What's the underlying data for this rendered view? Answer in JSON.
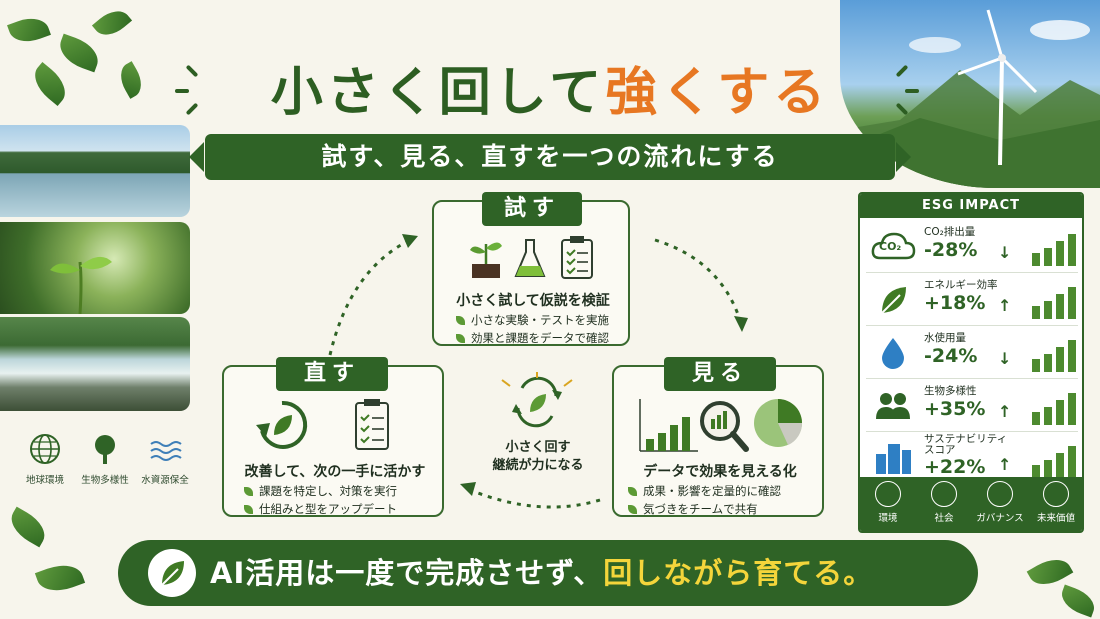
{
  "title": {
    "part_green": "小さく回して",
    "part_orange": "強くする"
  },
  "subtitle": "試す、見る、直すを一つの流れにする",
  "left_tiles": [
    {
      "icon": "globe-icon",
      "label": "地球環境"
    },
    {
      "icon": "tree-icon",
      "label": "生物多様性"
    },
    {
      "icon": "water-waves-icon",
      "label": "水資源保全"
    }
  ],
  "try": {
    "label": "試す",
    "main": "小さく試して仮説を検証",
    "bullets": [
      "小さな実験・テストを実施",
      "効果と課題をデータで確認"
    ]
  },
  "see": {
    "label": "見る",
    "main": "データで効果を見える化",
    "bullets": [
      "成果・影響を定量的に確認",
      "気づきをチームで共有"
    ]
  },
  "fix": {
    "label": "直す",
    "main": "改善して、次の一手に活かす",
    "bullets": [
      "課題を特定し、対策を実行",
      "仕組みと型をアップデート"
    ]
  },
  "center": {
    "line1": "小さく回す",
    "line2": "継続が力になる"
  },
  "esg": {
    "header": "ESG IMPACT",
    "rows": [
      {
        "label": "CO₂排出量",
        "value": "-28%",
        "arrow": "↓",
        "icon": "co2-cloud-icon",
        "icon_text": "CO₂",
        "bars": [
          0.35,
          0.5,
          0.7,
          0.9
        ]
      },
      {
        "label": "エネルギー効率",
        "value": "+18%",
        "arrow": "↑",
        "icon": "leaf-icon",
        "bars": [
          0.35,
          0.5,
          0.7,
          0.9
        ]
      },
      {
        "label": "水使用量",
        "value": "-24%",
        "arrow": "↓",
        "icon": "water-drop-icon",
        "bars": [
          0.35,
          0.5,
          0.7,
          0.9
        ]
      },
      {
        "label": "生物多様性",
        "value": "+35%",
        "arrow": "↑",
        "icon": "people-icon",
        "bars": [
          0.35,
          0.5,
          0.7,
          0.9
        ]
      },
      {
        "label": "サステナビリティ\nスコア",
        "value": "+22%",
        "arrow": "↑",
        "icon": "city-buildings-icon",
        "bars": [
          0.35,
          0.5,
          0.7,
          0.9
        ]
      }
    ],
    "footer": [
      {
        "icon": "leaf-icon",
        "label": "環境"
      },
      {
        "icon": "people-icon",
        "label": "社会"
      },
      {
        "icon": "institution-icon",
        "label": "ガバナンス"
      },
      {
        "icon": "globe-icon",
        "label": "未来価値"
      }
    ]
  },
  "banner": {
    "text_white": "AI活用は一度で完成させず、",
    "text_yellow": "回しながら育てる。"
  },
  "colors": {
    "brand_green": "#2f6326",
    "accent_orange": "#e77722",
    "accent_yellow": "#f4d53b"
  }
}
